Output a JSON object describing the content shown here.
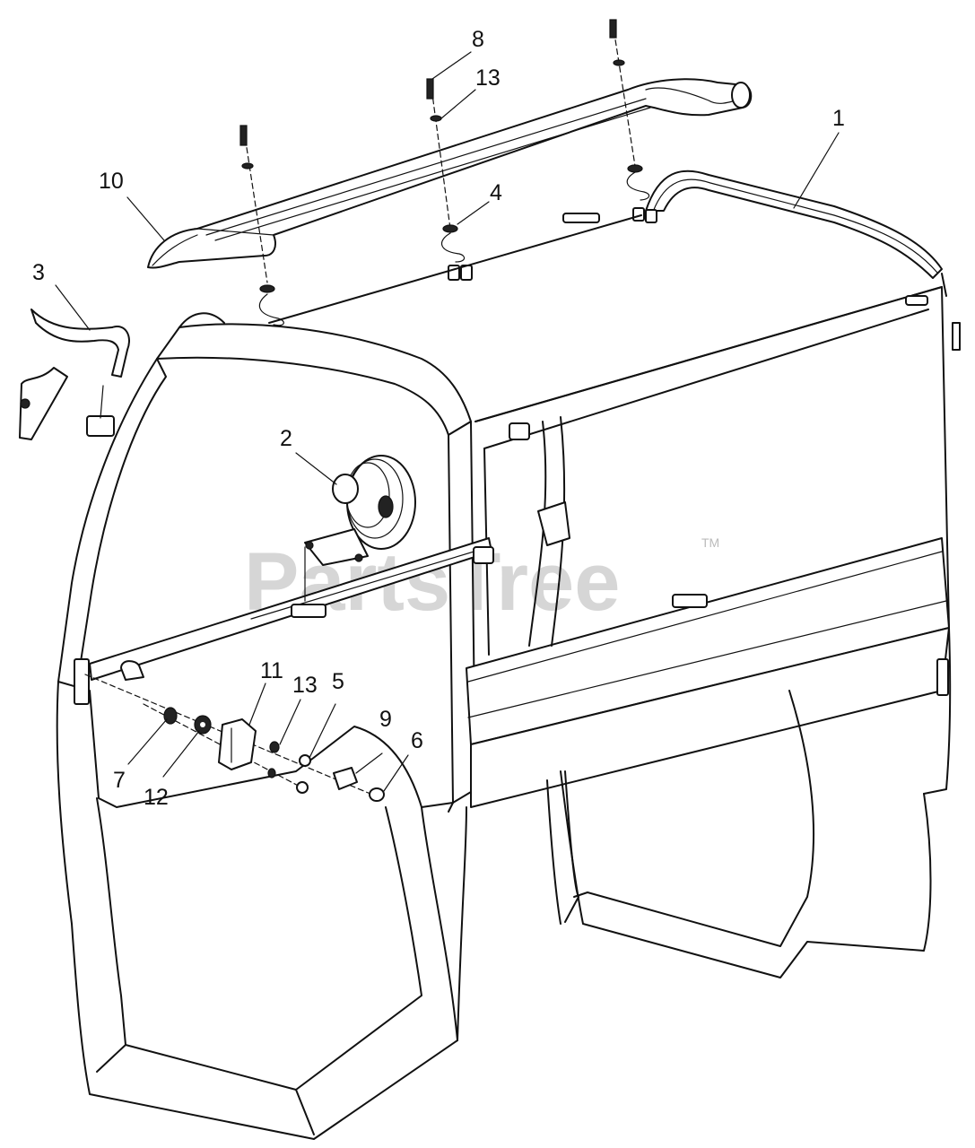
{
  "watermark": {
    "text": "PartsTree",
    "trademark": "TM"
  },
  "callouts": [
    {
      "id": "c1",
      "text": "1"
    },
    {
      "id": "c2",
      "text": "2"
    },
    {
      "id": "c3",
      "text": "3"
    },
    {
      "id": "c4",
      "text": "4"
    },
    {
      "id": "c5",
      "text": "5"
    },
    {
      "id": "c6",
      "text": "6"
    },
    {
      "id": "c7",
      "text": "7"
    },
    {
      "id": "c8",
      "text": "8"
    },
    {
      "id": "c9",
      "text": "9"
    },
    {
      "id": "c10",
      "text": "10"
    },
    {
      "id": "c11",
      "text": "11"
    },
    {
      "id": "c12",
      "text": "12"
    },
    {
      "id": "c13a",
      "text": "13"
    },
    {
      "id": "c13b",
      "text": "13"
    }
  ]
}
